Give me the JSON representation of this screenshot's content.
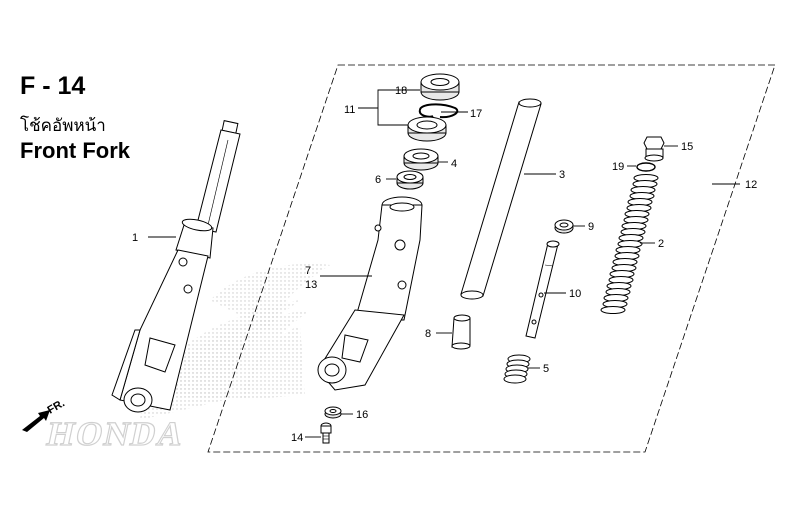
{
  "header": {
    "code": "F - 14",
    "title_thai": "โช้คอัพหน้า",
    "title_en": "Front Fork"
  },
  "watermark": "HONDA",
  "direction_indicator": "FR.",
  "callouts": {
    "c1": "1",
    "c2": "2",
    "c3": "3",
    "c4": "4",
    "c5": "5",
    "c6": "6",
    "c7": "7",
    "c8": "8",
    "c9": "9",
    "c10": "10",
    "c11": "11",
    "c12": "12",
    "c13": "13",
    "c14": "14",
    "c15": "15",
    "c16": "16",
    "c17": "17",
    "c18": "18",
    "c19": "19"
  }
}
